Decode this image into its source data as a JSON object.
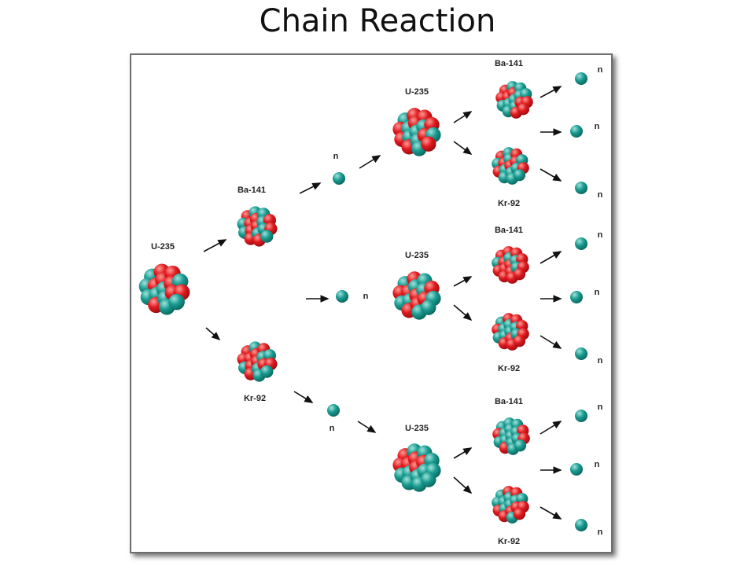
{
  "slide": {
    "title": "Chain Reaction"
  },
  "diagram": {
    "labels": {
      "u235": "U-235",
      "ba141": "Ba-141",
      "kr92": "Kr-92",
      "neutron": "n"
    },
    "colors": {
      "neutron": "#0f8e85",
      "proton": "#e4131b",
      "arrow": "#111111",
      "frame": "#6d6d6d"
    }
  }
}
